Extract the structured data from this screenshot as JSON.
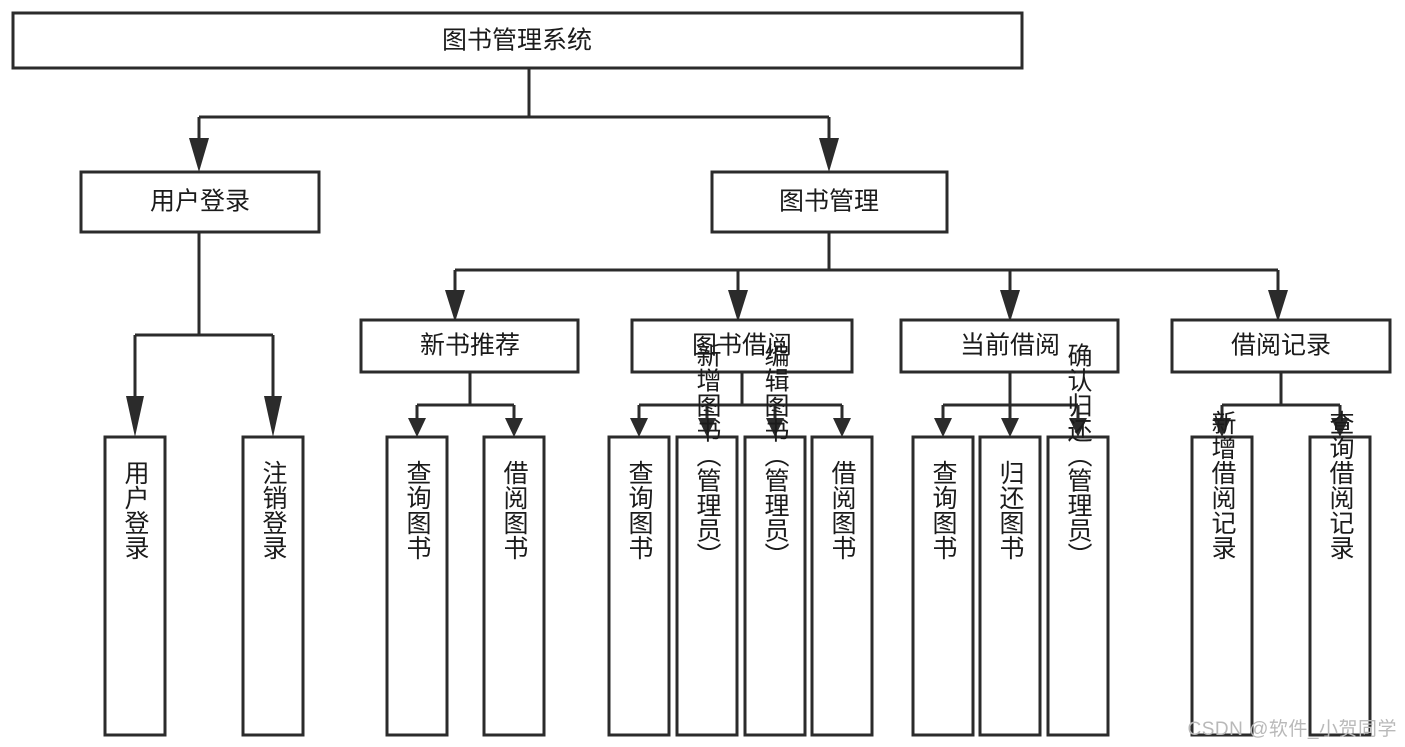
{
  "diagram": {
    "type": "tree",
    "title": "图书管理系统",
    "watermark": "CSDN @软件_小贺同学",
    "colors": {
      "box_stroke": "#2b2b2b",
      "box_fill": "#ffffff",
      "text": "#1b1b1b",
      "connector": "#2b2b2b",
      "watermark": "#b9b9b9",
      "background": "#ffffff"
    },
    "levels": {
      "root": {
        "label": "图书管理系统"
      },
      "level2": [
        {
          "label": "用户登录"
        },
        {
          "label": "图书管理"
        }
      ],
      "level3": [
        {
          "label": "新书推荐"
        },
        {
          "label": "图书借阅"
        },
        {
          "label": "当前借阅"
        },
        {
          "label": "借阅记录"
        }
      ],
      "leaves": {
        "user_login": [
          {
            "label": "用户登录"
          },
          {
            "label": "注销登录"
          }
        ],
        "new_book_recommend": [
          {
            "label": "查询图书"
          },
          {
            "label": "借阅图书"
          }
        ],
        "book_borrow": [
          {
            "label": "查询图书"
          },
          {
            "label": "新增图书（管理员）"
          },
          {
            "label": "编辑图书（管理员）"
          },
          {
            "label": "借阅图书"
          }
        ],
        "current_borrow": [
          {
            "label": "查询图书"
          },
          {
            "label": "归还图书"
          },
          {
            "label": "确认归还（管理员）"
          }
        ],
        "borrow_record": [
          {
            "label": "新增借阅记录"
          },
          {
            "label": "查询借阅记录"
          }
        ]
      }
    },
    "edges": [
      {
        "from": "图书管理系统",
        "to": "用户登录"
      },
      {
        "from": "图书管理系统",
        "to": "图书管理"
      },
      {
        "from": "图书管理",
        "to": "新书推荐"
      },
      {
        "from": "图书管理",
        "to": "图书借阅"
      },
      {
        "from": "图书管理",
        "to": "当前借阅"
      },
      {
        "from": "图书管理",
        "to": "借阅记录"
      },
      {
        "from": "用户登录",
        "to": "用户登录"
      },
      {
        "from": "用户登录",
        "to": "注销登录"
      },
      {
        "from": "新书推荐",
        "to": "查询图书"
      },
      {
        "from": "新书推荐",
        "to": "借阅图书"
      },
      {
        "from": "图书借阅",
        "to": "查询图书"
      },
      {
        "from": "图书借阅",
        "to": "新增图书（管理员）"
      },
      {
        "from": "图书借阅",
        "to": "编辑图书（管理员）"
      },
      {
        "from": "图书借阅",
        "to": "借阅图书"
      },
      {
        "from": "当前借阅",
        "to": "查询图书"
      },
      {
        "from": "当前借阅",
        "to": "归还图书"
      },
      {
        "from": "当前借阅",
        "to": "确认归还（管理员）"
      },
      {
        "from": "借阅记录",
        "to": "新增借阅记录"
      },
      {
        "from": "借阅记录",
        "to": "查询借阅记录"
      }
    ]
  }
}
